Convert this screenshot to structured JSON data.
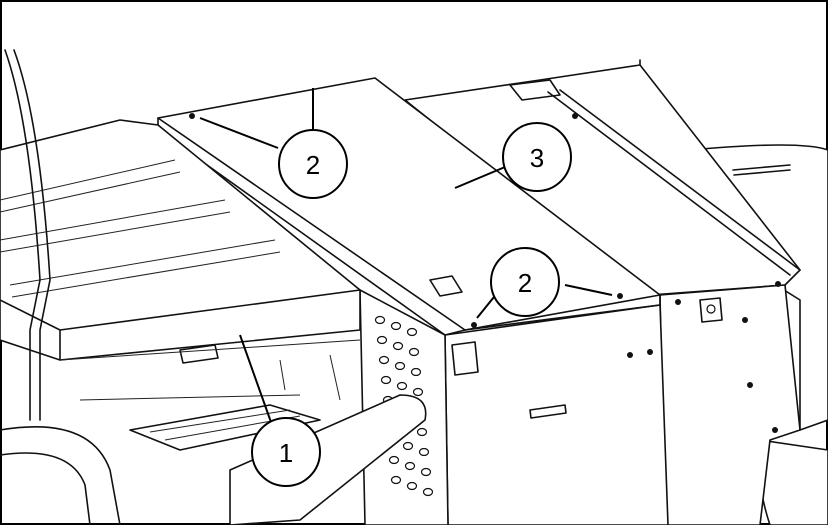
{
  "callouts": [
    {
      "id": "1",
      "label": "1"
    },
    {
      "id": "2a",
      "label": "2"
    },
    {
      "id": "2b",
      "label": "2"
    },
    {
      "id": "3",
      "label": "3"
    }
  ]
}
